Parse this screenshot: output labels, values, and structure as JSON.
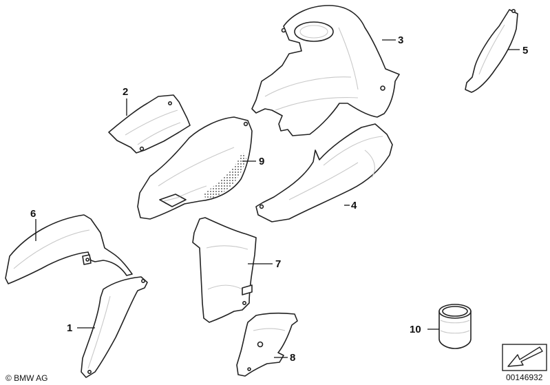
{
  "callouts": [
    {
      "id": "1",
      "label": "1"
    },
    {
      "id": "2",
      "label": "2"
    },
    {
      "id": "3",
      "label": "3"
    },
    {
      "id": "4",
      "label": "4"
    },
    {
      "id": "5",
      "label": "5"
    },
    {
      "id": "6",
      "label": "6"
    },
    {
      "id": "7",
      "label": "7"
    },
    {
      "id": "8",
      "label": "8"
    },
    {
      "id": "9",
      "label": "9"
    },
    {
      "id": "10",
      "label": "10"
    }
  ],
  "footer": {
    "copyright": "© BMW AG",
    "diagram_number": "00146932"
  },
  "icons": {
    "nav_arrow": "arrow-down-left-icon"
  }
}
